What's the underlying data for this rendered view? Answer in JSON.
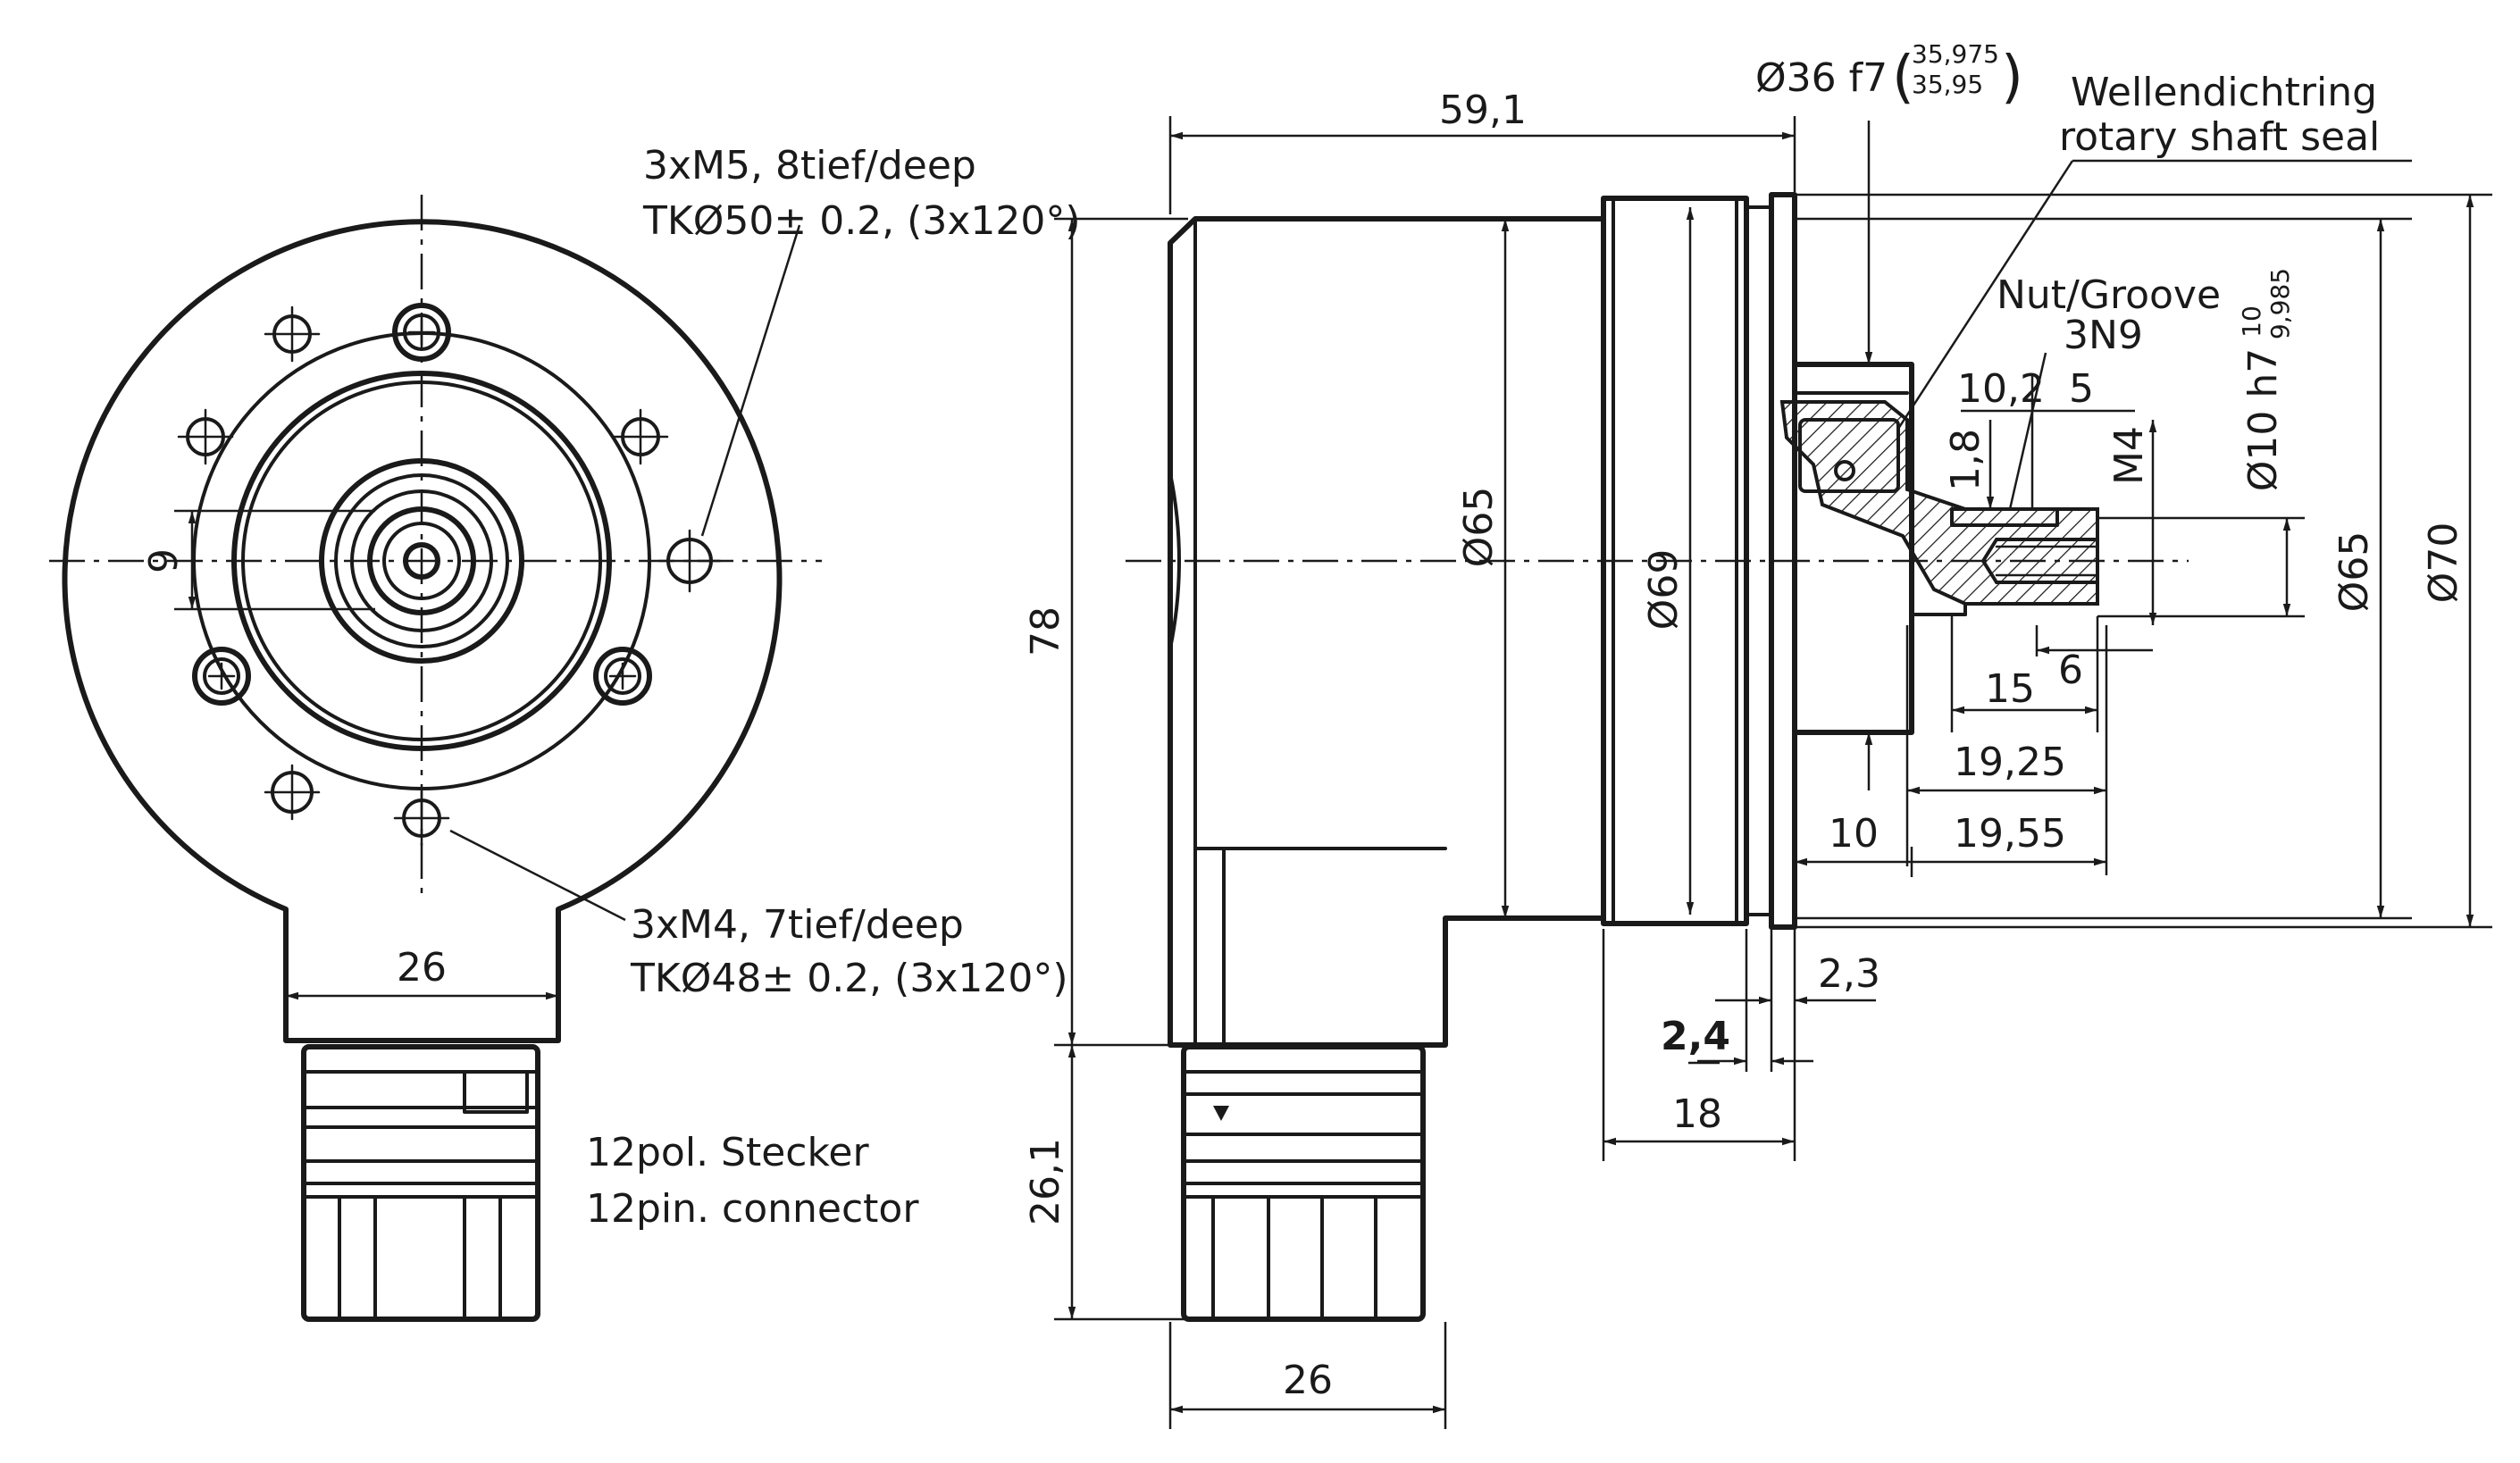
{
  "front_view": {
    "holes_m5_line1": "3xM5, 8tief/deep",
    "holes_m5_line2": "TKØ50± 0.2, (3x120°)",
    "holes_m4_line1": "3xM4, 7tief/deep",
    "holes_m4_line2": "TKØ48± 0.2, (3x120°)",
    "connector_line1": "12pol. Stecker",
    "connector_line2": "12pin. connector",
    "dim_9": "9",
    "dim_26": "26"
  },
  "side_view": {
    "dim_length": "59,1",
    "dim_height_78": "78",
    "dim_height_26_1": "26,1",
    "dim_width_26": "26",
    "dim_d65_body": "Ø65",
    "dim_d69": "Ø69",
    "dim_d36_main": "Ø36 f7",
    "dim_d36_upper": "35,975",
    "dim_d36_lower": "35,95",
    "seal_line1": "Wellendichtring",
    "seal_line2": "rotary shaft seal",
    "groove_line1": "Nut/Groove",
    "groove_line2": "3N9",
    "dim_10_2": "10,2",
    "dim_5": "5",
    "dim_1_8": "1,8",
    "dim_m4": "M4",
    "dim_d10_main": "Ø10 h7",
    "dim_d10_upper": "10",
    "dim_d10_lower": "9,985",
    "dim_d65_flange": "Ø65",
    "dim_d70": "Ø70",
    "dim_15": "15",
    "dim_6": "6",
    "dim_19_25": "19,25",
    "dim_10": "10",
    "dim_19_55": "19,55",
    "dim_2_3": "2,3",
    "dim_2_4": "2,4",
    "dim_18": "18"
  }
}
